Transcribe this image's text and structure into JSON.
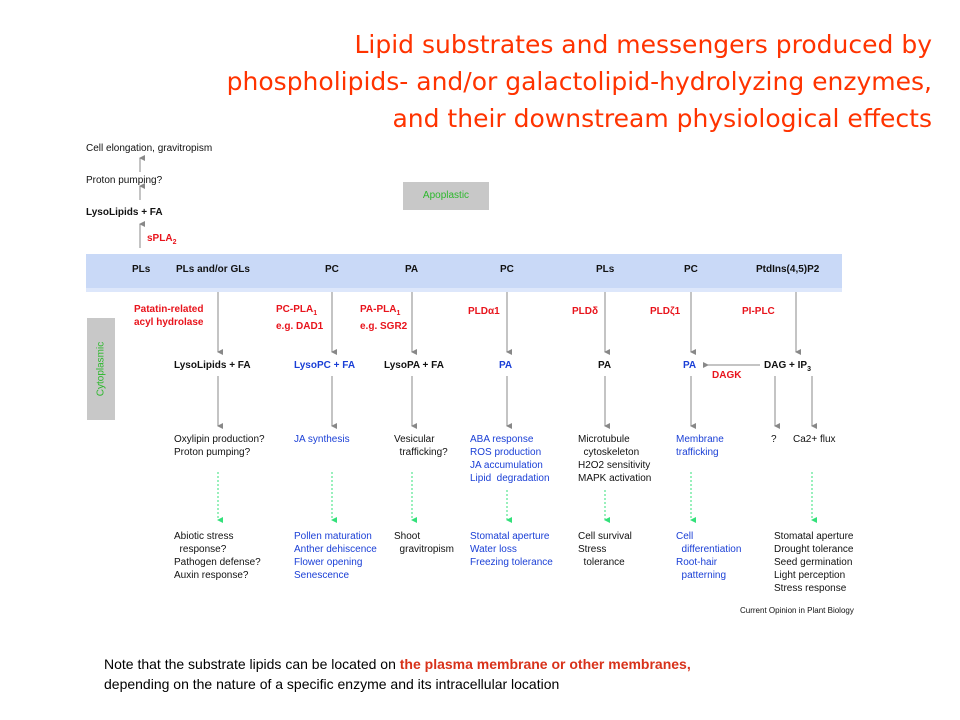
{
  "title": {
    "line1": "Lipid substrates and messengers produced by",
    "line2": "phospholipids- and/or galactolipid-hydrolyzing enzymes,",
    "line3": "and their downstream physiological effects"
  },
  "apoplastic": {
    "label": "Apoplastic",
    "steps": [
      "Cell elongation, gravitropism",
      "Proton pumping?",
      "LysoLipids + FA"
    ],
    "enzyme": "sPLA",
    "enzyme_sub": "2"
  },
  "region_labels": {
    "apoplastic": "Apoplastic",
    "cytoplasmic": "Cytoplasmic"
  },
  "membrane_headers": [
    "PLs",
    "PLs and/or GLs",
    "PC",
    "PA",
    "PC",
    "PLs",
    "PC",
    "PtdIns(4,5)P2"
  ],
  "columns": {
    "c1": {
      "enzyme": [
        "Patatin-related",
        "acyl hydrolase"
      ],
      "product": "LysoLipids + FA",
      "effects": [
        "Oxylipin production?",
        "Proton pumping?"
      ],
      "responses": [
        "Abiotic stress",
        "  response?",
        "Pathogen defense?",
        "Auxin response?"
      ]
    },
    "c2": {
      "enzyme": [
        "PC-PLA",
        "e.g. DAD1"
      ],
      "enzyme_sub": "1",
      "product": "LysoPC + FA",
      "effects": [
        "JA synthesis"
      ],
      "responses": [
        "Pollen maturation",
        "Anther dehiscence",
        "Flower opening",
        "Senescence"
      ]
    },
    "c3": {
      "enzyme": [
        "PA-PLA",
        "e.g. SGR2"
      ],
      "enzyme_sub": "1",
      "product": "LysoPA + FA",
      "effects": [
        "Vesicular",
        "  trafficking?"
      ],
      "responses": [
        "Shoot",
        "  gravitropism"
      ]
    },
    "c4": {
      "enzyme": "PLDα1",
      "product": "PA",
      "effects": [
        "ABA response",
        "ROS production",
        "JA accumulation",
        "Lipid  degradation"
      ],
      "responses": [
        "Stomatal aperture",
        "Water loss",
        "Freezing tolerance"
      ]
    },
    "c5": {
      "enzyme": "PLDδ",
      "product": "PA",
      "effects": [
        "Microtubule",
        "  cytoskeleton",
        "H2O2 sensitivity",
        "MAPK activation"
      ],
      "responses": [
        "Cell survival",
        "Stress",
        "  tolerance"
      ]
    },
    "c6": {
      "enzyme": "PLDζ1",
      "product": "PA",
      "side_enzyme": "DAGK",
      "effects": [
        "Membrane",
        "trafficking"
      ],
      "responses": [
        "Cell",
        "  differentiation",
        "Root-hair",
        "  patterning"
      ]
    },
    "c7": {
      "enzyme": "PI-PLC",
      "product": "DAG + IP",
      "product_sub": "3",
      "effects_left": "?",
      "effects_right": "Ca2+ flux",
      "responses": [
        "Stomatal aperture",
        "Drought tolerance",
        "Seed germination",
        "Light perception",
        "Stress response"
      ]
    }
  },
  "source": "Current Opinion in Plant Biology",
  "note": {
    "part1": "Note that the substrate lipids can be located on ",
    "highlight": "the plasma membrane or other membranes,",
    "line2": "depending on the nature of a specific enzyme and its intracellular location"
  },
  "colors": {
    "title": "#ff3300",
    "enzyme": "#e8141c",
    "blue_text": "#1a3fd6",
    "green_arrow": "#33e07a",
    "gray_arrow": "#888888",
    "membrane": "#c9d9f7"
  }
}
